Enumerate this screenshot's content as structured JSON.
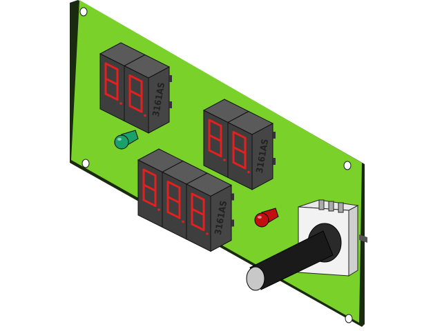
{
  "scene": {
    "board_color": "#79d12a",
    "board_edge_color": "#1a2a10",
    "display_body_color": "#3e3e3e",
    "segment_color": "#e32020",
    "displays": [
      {
        "part_label": "3161AS",
        "digits": 2
      },
      {
        "part_label": "3161AS",
        "digits": 2
      },
      {
        "part_label": "3161AS",
        "digits": 3
      }
    ],
    "leds": [
      {
        "color": "#1aa06a"
      },
      {
        "color": "#c01010"
      }
    ],
    "potentiometer": {
      "body_color": "#f2f2f2",
      "knob_color": "#1a1a1a"
    }
  }
}
